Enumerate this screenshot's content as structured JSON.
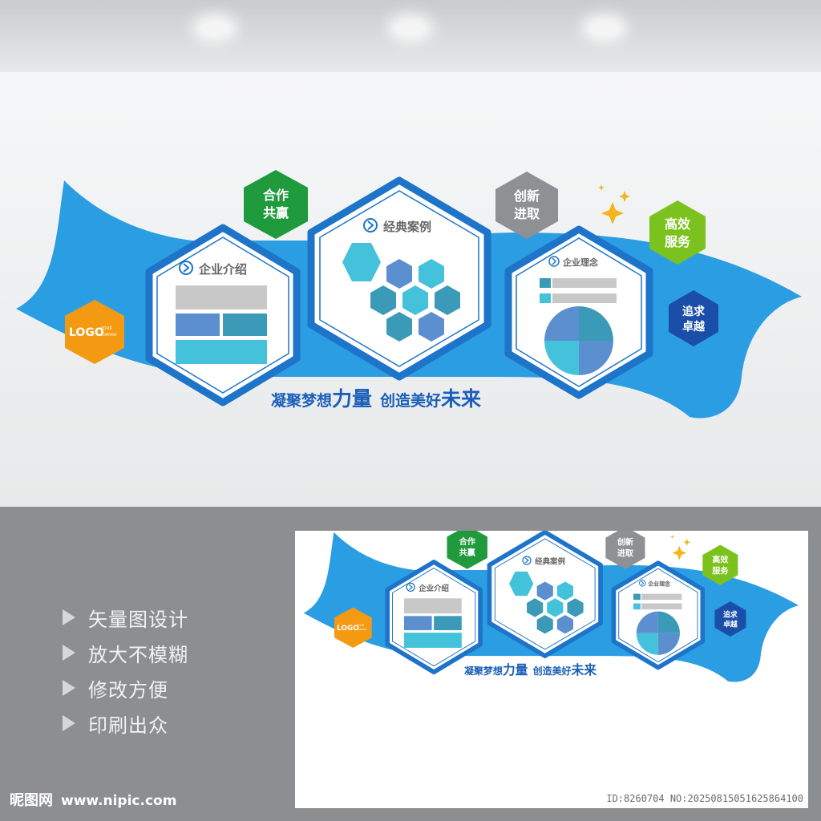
{
  "badges": {
    "logo_main": "LOGO",
    "logo_sub": "YOUR COMPANY",
    "cooperate": [
      "合作",
      "共赢"
    ],
    "innovate": [
      "创新",
      "进取"
    ],
    "service": [
      "高效",
      "服务"
    ],
    "excellence": [
      "追求",
      "卓越"
    ]
  },
  "panels": {
    "intro": "企业介绍",
    "cases": "经典案例",
    "philosophy": "企业理念"
  },
  "slogan": {
    "part1": "凝聚梦想",
    "part2": "力量",
    "part3": "创造美好",
    "part4": "未来"
  },
  "features": [
    "矢量图设计",
    "放大不模糊",
    "修改方便",
    "印刷出众"
  ],
  "footer": {
    "site_name": "昵图网",
    "site_url": "www.nipic.com",
    "id_text": "ID:8260704 NO:20250815051625864100"
  },
  "colors": {
    "ribbon": "#2b9ee3",
    "frame": "#1d74c9",
    "green": "#1f9a3c",
    "gray": "#8e9093",
    "lime": "#7cc21e",
    "navy": "#1b4ea8",
    "orange": "#f39a12"
  }
}
